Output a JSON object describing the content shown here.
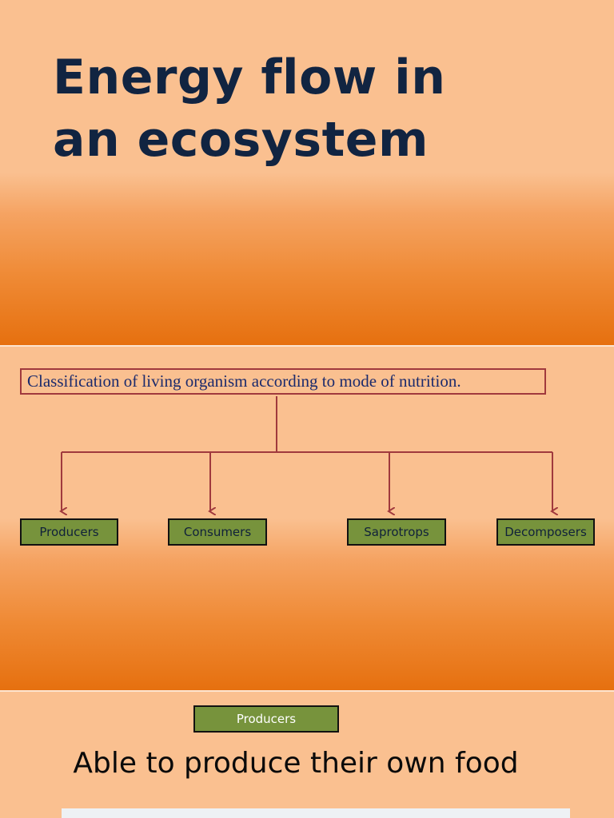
{
  "slide1": {
    "title_line1": "Energy flow in",
    "title_line2": "an ecosystem"
  },
  "slide2": {
    "heading": "Classification of living organism according to mode of nutrition.",
    "categories": [
      "Producers",
      "Consumers",
      "Saprotrops",
      "Decomposers"
    ]
  },
  "slide3": {
    "label": "Producers",
    "description": "Able to produce their own food"
  },
  "colors": {
    "title": "#112441",
    "accent_border": "#a0393d",
    "box_fill": "#77933c",
    "background_light": "#fac090",
    "background_dark": "#e6700f"
  }
}
